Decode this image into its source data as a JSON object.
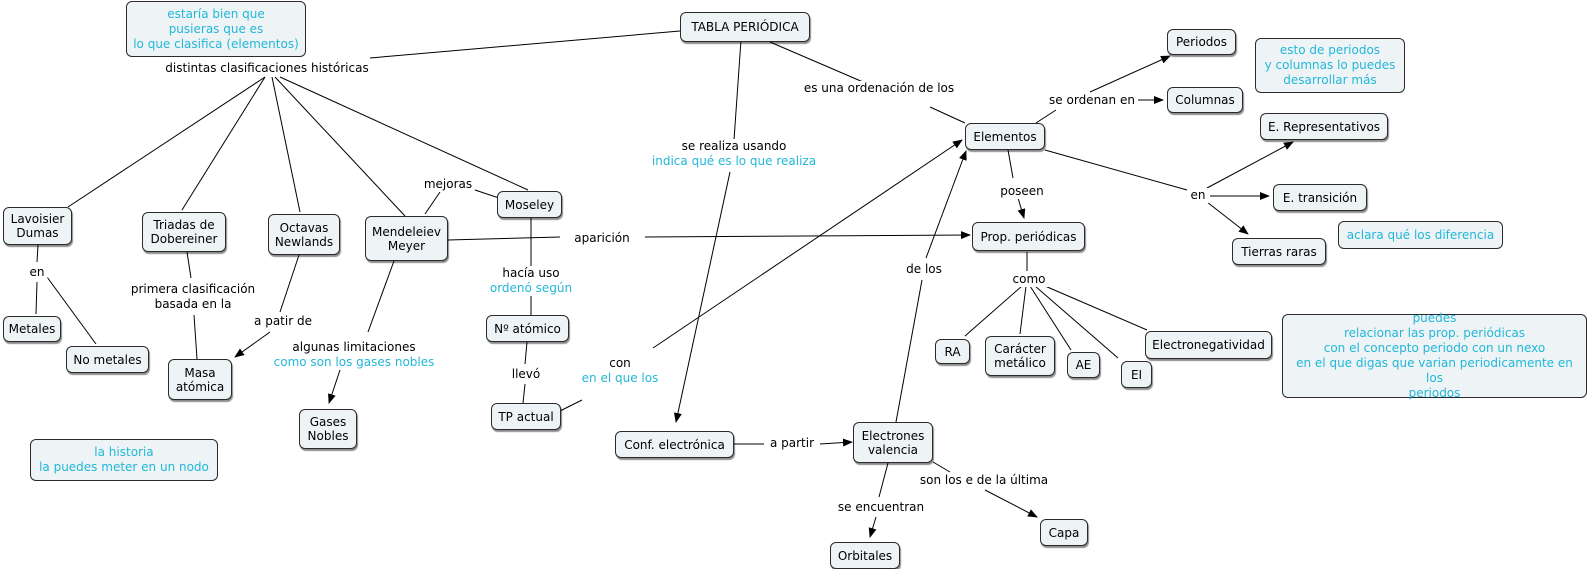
{
  "accent": "#22b7d8",
  "nodes": {
    "tabla": "TABLA PERIÓDICA",
    "elementos": "Elementos",
    "periodos": "Periodos",
    "columnas": "Columnas",
    "representativos": "E. Representativos",
    "transicion": "E. transición",
    "tierras": "Tierras raras",
    "prop": "Prop. periódicas",
    "ra": "RA",
    "caracter": "Carácter\nmetálico",
    "ae": "AE",
    "ei": "EI",
    "electroneg": "Electronegatividad",
    "lavoisier": "Lavoisier\nDumas",
    "metales": "Metales",
    "nometales": "No metales",
    "triadas": "Triadas de\nDobereiner",
    "octavas": "Octavas\nNewlands",
    "masa": "Masa\natómica",
    "mendeleiev": "Mendeleiev\nMeyer",
    "gases": "Gases\nNobles",
    "moseley": "Moseley",
    "natomico": "Nº atómico",
    "tpactual": "TP actual",
    "conf": "Conf. electrónica",
    "electrones": "Electrones\nvalencia",
    "orbitales": "Orbitales",
    "capa": "Capa"
  },
  "links": {
    "distintas": "distintas clasificaciones históricas",
    "ordenacion": "es una ordenación de los",
    "seordenan": "se ordenan en",
    "en_elem": "en",
    "poseen": "poseen",
    "como": "como",
    "delos": "de los",
    "realiza_main": "se realiza usando",
    "realiza_comment": "indica qué es lo que realiza",
    "mejoras": "mejoras",
    "aparicion": "aparición",
    "haciauso_main": "hacía uso",
    "haciauso_comment": "ordenó según",
    "llevo": "llevó",
    "con_main": "con",
    "con_comment": "en el que los",
    "en_lav": "en",
    "primera": "primera clasificación\nbasada en la",
    "apartirde": "a patir de",
    "limit_main": "algunas limitaciones",
    "limit_comment": "como son los gases nobles",
    "apartir": "a partir",
    "seencuentran": "se encuentran",
    "sonlos": "son los e de la última"
  },
  "notes": {
    "estaria": "estaría bien que\npusieras que es\nlo que clasifica (elementos)",
    "periodos_note": "esto de periodos\ny columnas lo puedes\ndesarrollar más",
    "aclara": "aclara qué los diferencia",
    "puedes": "puedes\nrelacionar las prop. periódicas\ncon el concepto periodo con un nexo\nen el que digas que varian periodicamente en los\nperiodos",
    "historia": "la historia\nla puedes meter en un nodo"
  }
}
